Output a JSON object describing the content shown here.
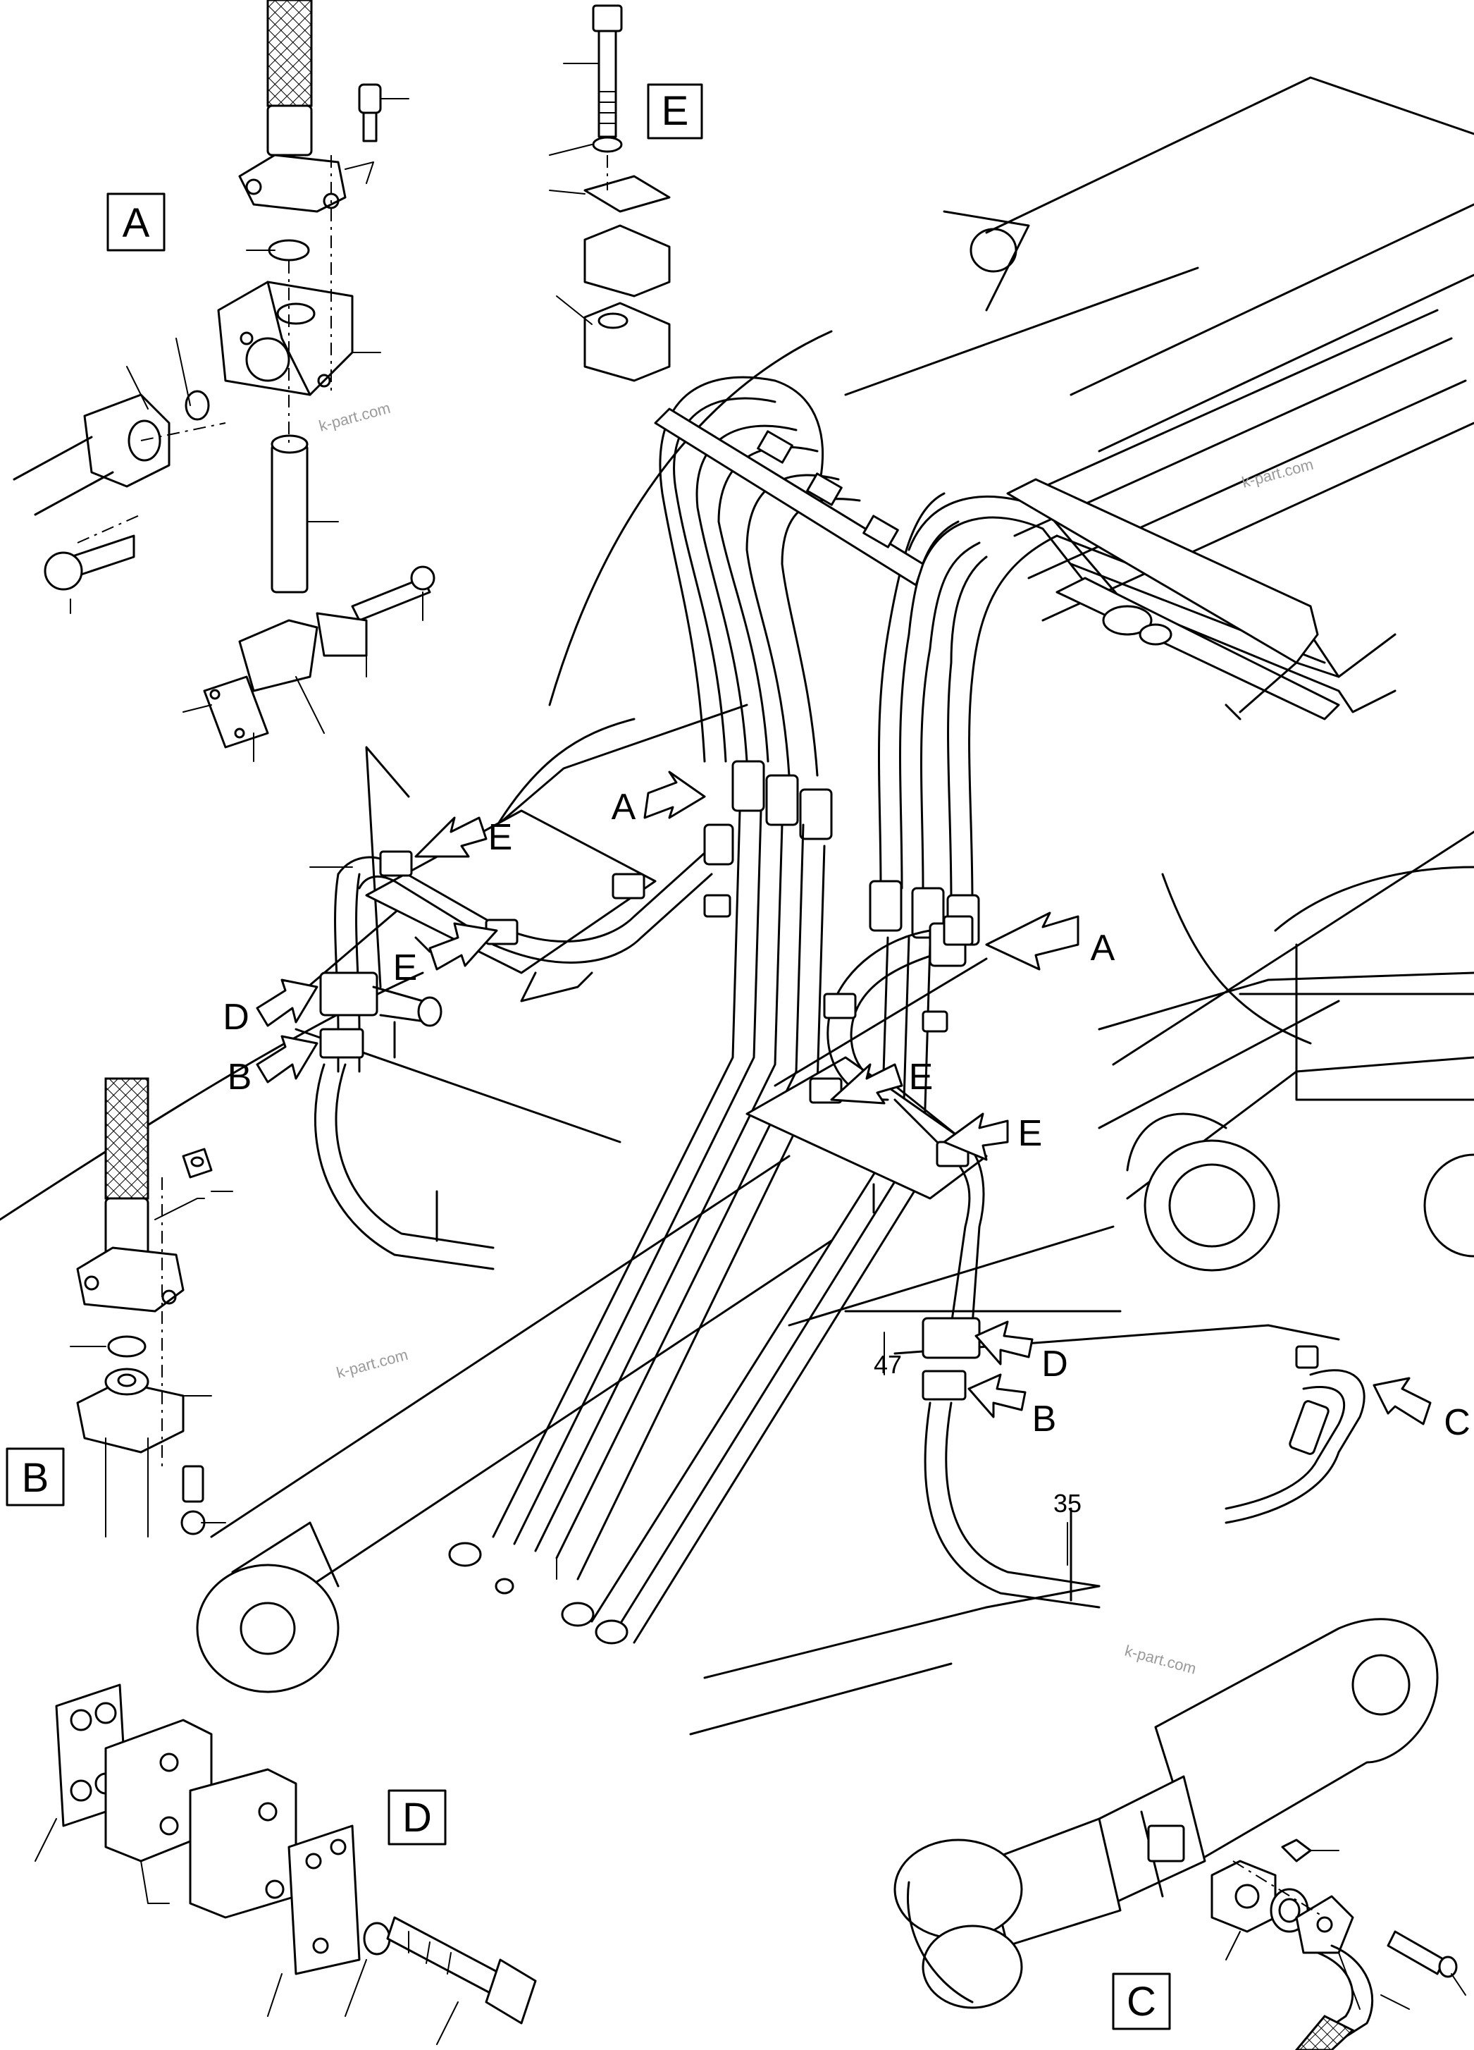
{
  "detail_labels": {
    "A": "A",
    "B": "B",
    "C": "C",
    "D": "D",
    "E": "E"
  },
  "callouts": {
    "a1": "A",
    "a2": "A",
    "b1": "B",
    "b2": "B",
    "c1": "C",
    "d1": "D",
    "d2": "D",
    "e1": "E",
    "e2": "E",
    "e3": "E",
    "e4": "E"
  },
  "part_numbers": {
    "n47": "47",
    "n35": "35"
  },
  "watermarks": {
    "w1": "k-part.com",
    "w2": "k-part.com",
    "w3": "k-part.com",
    "w4": "k-part.com"
  }
}
